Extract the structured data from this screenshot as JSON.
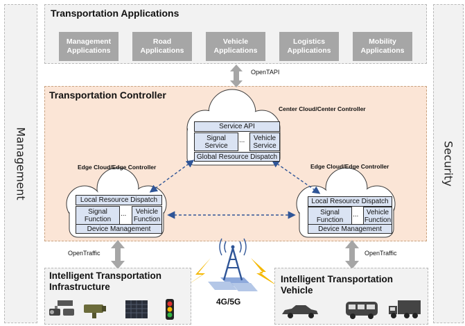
{
  "sides": {
    "management": "Management",
    "security": "Security"
  },
  "applications": {
    "title": "Transportation Applications",
    "items": [
      {
        "line1": "Management",
        "line2": "Applications"
      },
      {
        "line1": "Road",
        "line2": "Applications"
      },
      {
        "line1": "Vehicle",
        "line2": "Applications"
      },
      {
        "line1": "Logistics",
        "line2": "Applications"
      },
      {
        "line1": "Mobility",
        "line2": "Applications"
      }
    ]
  },
  "interfaces": {
    "open_tapi": "OpenTAPI",
    "open_traffic_left": "OpenTraffic",
    "open_traffic_right": "OpenTraffic"
  },
  "controller": {
    "title": "Transportation Controller",
    "center": {
      "label": "Center Cloud/Center Controller",
      "service_api": "Service API",
      "signal_line1": "Signal",
      "signal_line2": "Service",
      "dots": "...",
      "vehicle_line1": "Vehicle",
      "vehicle_line2": "Service",
      "dispatch": "Global Resource Dispatch"
    },
    "edge_left": {
      "label": "Edge Cloud/Edge Controller",
      "dispatch": "Local Resource Dispatch",
      "signal_line1": "Signal",
      "signal_line2": "Function",
      "dots": "...",
      "vehicle_line1": "Vehicle",
      "vehicle_line2": "Function",
      "device": "Device Management"
    },
    "edge_right": {
      "label": "Edge Cloud/Edge Controller",
      "dispatch": "Local Resource Dispatch",
      "signal_line1": "Signal",
      "signal_line2": "Function",
      "dots": "...",
      "vehicle_line1": "Vehicle",
      "vehicle_line2": "Function",
      "device": "Device Management"
    }
  },
  "infrastructure": {
    "line1": "Intelligent Transportation",
    "line2": "Infrastructure",
    "icons": [
      "camera-icon",
      "radar-sensor-icon",
      "roadside-unit-icon",
      "traffic-light-icon"
    ]
  },
  "network": {
    "label": "4G/5G",
    "icon": "cell-tower-icon"
  },
  "vehicle": {
    "line1": "Intelligent Transportation",
    "line2": "Vehicle",
    "icons": [
      "car-icon",
      "bus-icon",
      "truck-icon"
    ]
  },
  "colors": {
    "controller_bg": "#fbe5d6",
    "cloud_box": "#dae3f3",
    "app_box": "#a6a6a6",
    "link_blue": "#2f5597",
    "lightning": "#f5b800",
    "arrow_gray": "#a6a6a6"
  }
}
